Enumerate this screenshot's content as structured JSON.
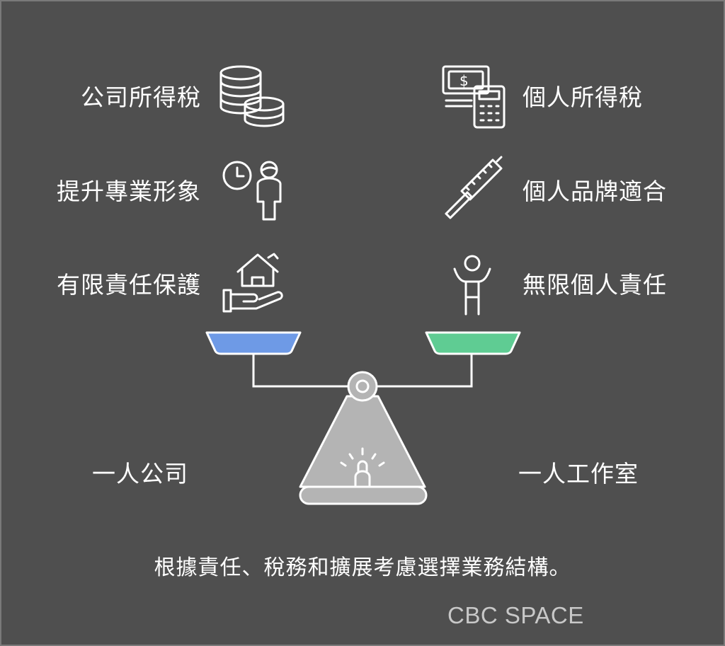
{
  "left": {
    "items": [
      {
        "label": "公司所得稅",
        "icon": "coin-stacks-icon"
      },
      {
        "label": "提升專業形象",
        "icon": "clock-person-icon"
      },
      {
        "label": "有限責任保護",
        "icon": "house-in-hand-icon"
      }
    ],
    "bottom_label": "一人公司",
    "pan_color": "#6e9ae6"
  },
  "right": {
    "items": [
      {
        "label": "個人所得稅",
        "icon": "cash-calculator-icon"
      },
      {
        "label": "個人品牌適合",
        "icon": "brush-icon"
      },
      {
        "label": "無限個人責任",
        "icon": "person-arms-up-icon"
      }
    ],
    "bottom_label": "一人工作室",
    "pan_color": "#5fcc93"
  },
  "caption": "根據責任、稅務和擴展考慮選擇業務結構。",
  "brand": "CBC SPACE",
  "colors": {
    "background": "#4f4f4f",
    "fulcrum": "#b4b4b4"
  }
}
